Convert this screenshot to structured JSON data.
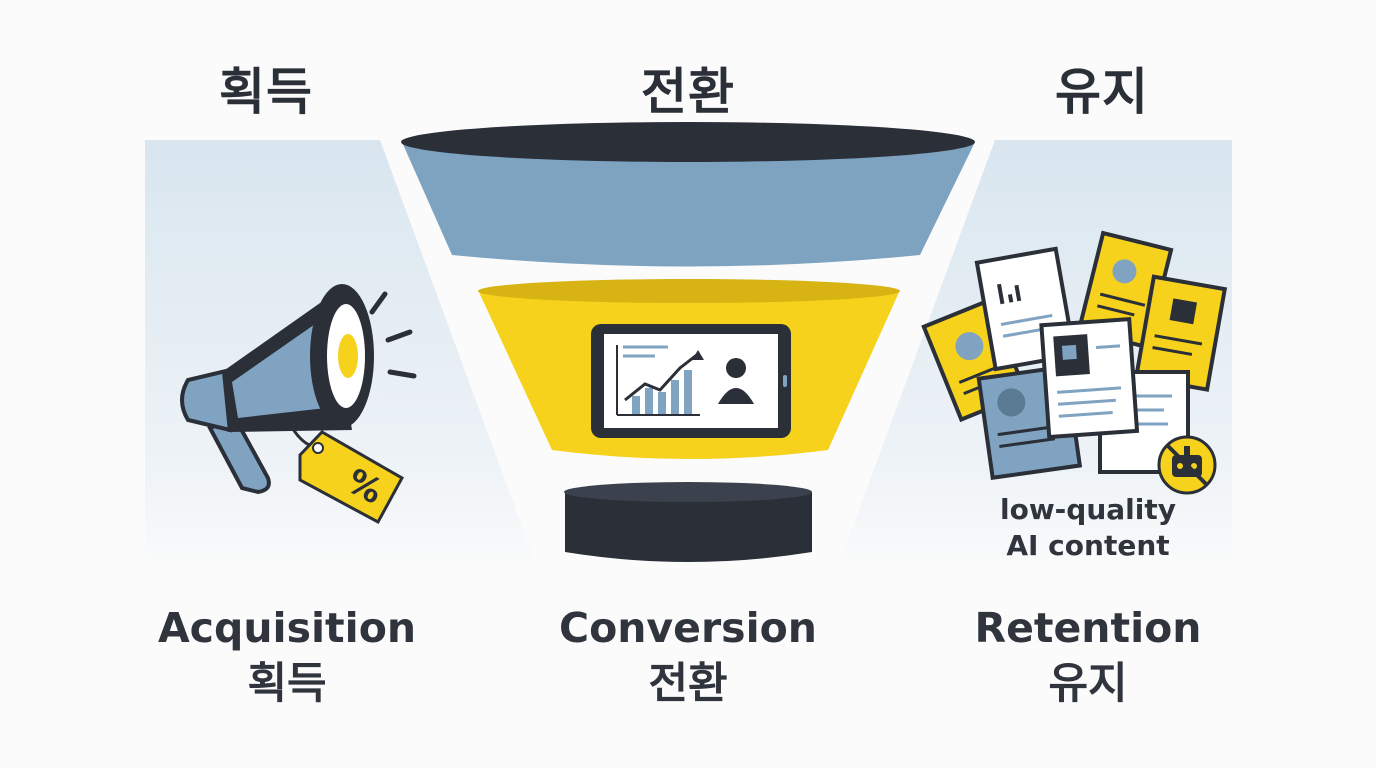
{
  "stages": [
    {
      "heading": "획득",
      "label_en": "Acquisition",
      "label_ko": "획득",
      "icon": "megaphone-icon"
    },
    {
      "heading": "전환",
      "label_en": "Conversion",
      "label_ko": "전환",
      "icon": "funnel-icon"
    },
    {
      "heading": "유지",
      "label_en": "Retention",
      "label_ko": "유지",
      "icon": "document-stack-icon"
    }
  ],
  "retention_note": [
    "low-quality",
    "AI content"
  ],
  "discount_tag": "%",
  "colors": {
    "dark": "#2a2f38",
    "slate_blue": "#7fa3c1",
    "yellow": "#f6d21c",
    "panel_bg": "#dfe9f1"
  }
}
